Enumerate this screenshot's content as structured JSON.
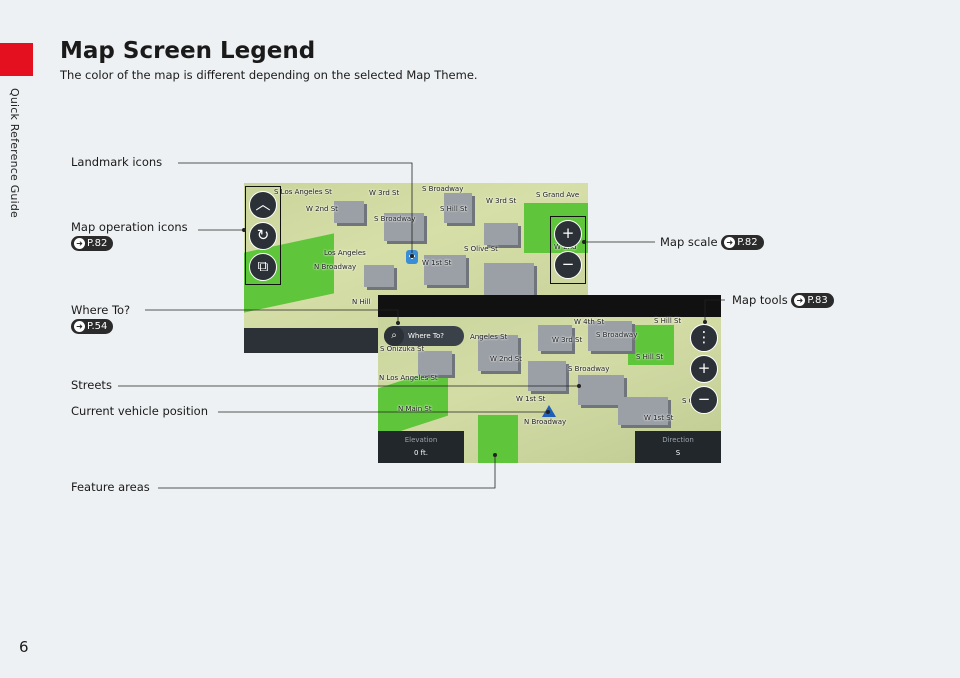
{
  "side_label": "Quick Reference Guide",
  "page_number": "6",
  "title": "Map Screen Legend",
  "subtitle": "The color of the map is different depending on the selected Map Theme.",
  "callouts": {
    "landmark": "Landmark icons",
    "map_operation": "Map operation icons",
    "map_operation_ref": "P.82",
    "where_to": "Where To?",
    "where_to_ref": "P.54",
    "streets": "Streets",
    "vehicle": "Current vehicle position",
    "feature": "Feature areas",
    "map_scale": "Map scale",
    "map_scale_ref": "P.82",
    "map_tools": "Map tools",
    "map_tools_ref": "P.83"
  },
  "map_back": {
    "streets": [
      "S Los Angeles St",
      "W 3rd St",
      "S Broadway",
      "S Grand Ave",
      "W 2nd St",
      "S Hill St",
      "W 3rd St",
      "S Broadway",
      "Los Angeles",
      "S Olive St",
      "W 2nd",
      "N Broadway",
      "W 1st St",
      "N Hill"
    ]
  },
  "map_front": {
    "streets": [
      "W 4th St",
      "S Hill St",
      "Angeles St",
      "S Broadway",
      "W 3rd St",
      "S Onizuka St",
      "W 2nd St",
      "S Hill St",
      "N Los Angeles St",
      "S Broadway",
      "W 1st St",
      "N Main St",
      "N Broadway",
      "W 1st St",
      "S Olive St"
    ],
    "where_to_label": "Where To?",
    "elevation_label": "Elevation",
    "elevation_value": "0 ft.",
    "direction_label": "Direction",
    "direction_value": "S"
  },
  "colors": {
    "accent": "#e4101f",
    "grass": "#5fc53a",
    "buildings": "#9aa0a6"
  }
}
